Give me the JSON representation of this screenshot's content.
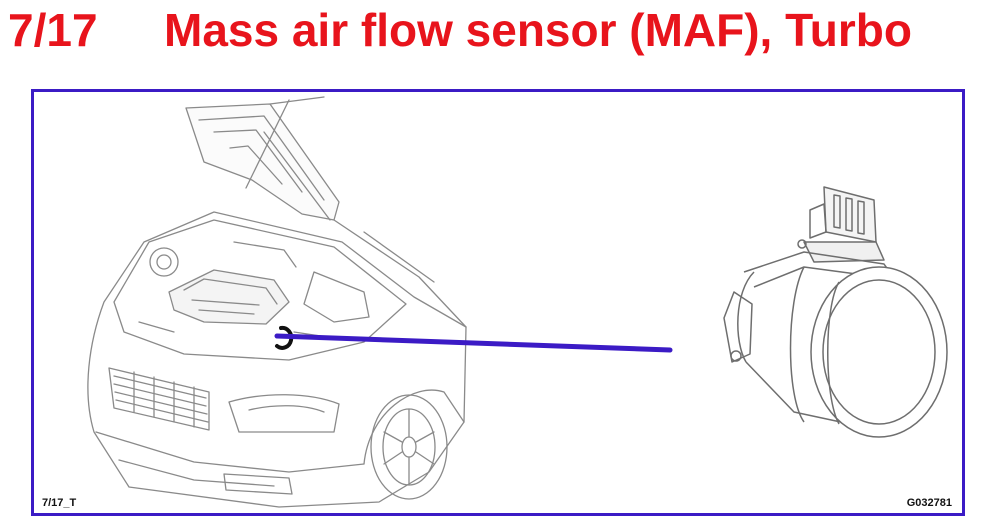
{
  "header": {
    "number": "7/17",
    "title": "Mass air flow sensor (MAF), Turbo"
  },
  "figure": {
    "ref_left": "7/17_T",
    "ref_right": "G032781",
    "colors": {
      "title": "#e8141c",
      "frame": "#3b1bc5",
      "pointer": "#3b1bc5",
      "linework": "#8a8a8a"
    },
    "icons": [
      "car-illustration",
      "maf-sensor-illustration",
      "location-marker-icon"
    ]
  }
}
